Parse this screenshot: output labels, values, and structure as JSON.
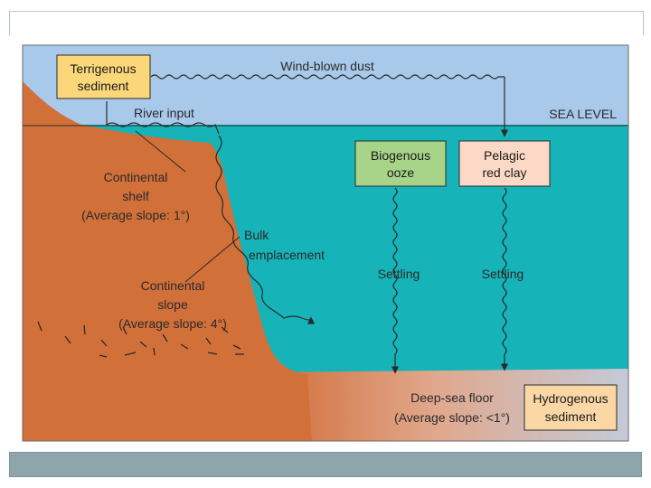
{
  "labels": {
    "terrigenous_1": "Terrigenous",
    "terrigenous_2": "sediment",
    "wind_dust": "Wind-blown dust",
    "river_input": "River input",
    "sea_level": "SEA LEVEL",
    "biogenous_1": "Biogenous",
    "biogenous_2": "ooze",
    "pelagic_1": "Pelagic",
    "pelagic_2": "red clay",
    "shelf_1": "Continental",
    "shelf_2": "shelf",
    "shelf_3": "(Average slope: 1°)",
    "bulk_1": "Bulk",
    "bulk_2": "emplacement",
    "slope_1": "Continental",
    "slope_2": "slope",
    "slope_3": "(Average slope: 4°)",
    "settling_left": "Settling",
    "settling_right": "Settling",
    "deep_1": "Deep-sea floor",
    "deep_2": "(Average slope: <1°)",
    "hydro_1": "Hydrogenous",
    "hydro_2": "sediment"
  },
  "colors": {
    "sky": "#a9c9ea",
    "ocean": "#16b3b8",
    "land": "#d2703a",
    "seafloor": "#c4cad8",
    "terrigenous_box": "#fbd77a",
    "biogenous_box": "#a8d48a",
    "pelagic_box": "#fcd9c6",
    "hydrogenous_box": "#fbd7a6",
    "arrow": "#2a2a2a"
  }
}
